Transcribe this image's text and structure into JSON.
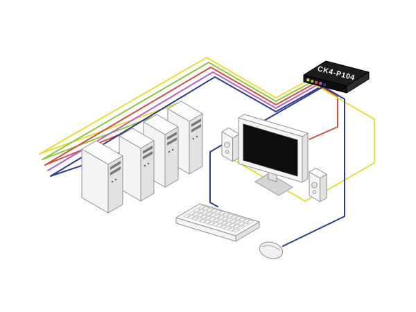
{
  "diagram": {
    "kvm_switch": {
      "label": "CK4-P104",
      "body_color": "#1c1c1c",
      "front_color": "#0d0d0d",
      "side_color": "#2e2e2e"
    },
    "cable_colors": {
      "yellow": "#e6df3a",
      "green": "#8dc63f",
      "red": "#d14f42",
      "magenta": "#b95fc4",
      "navy": "#2b3a8f"
    },
    "components": {
      "computers": [
        "computer-1",
        "computer-2",
        "computer-3",
        "computer-4"
      ],
      "kvm": "kvm-switch",
      "monitor": "monitor",
      "speaker_left": "left-speaker",
      "speaker_right": "right-speaker",
      "keyboard": "keyboard",
      "mouse": "mouse"
    }
  }
}
